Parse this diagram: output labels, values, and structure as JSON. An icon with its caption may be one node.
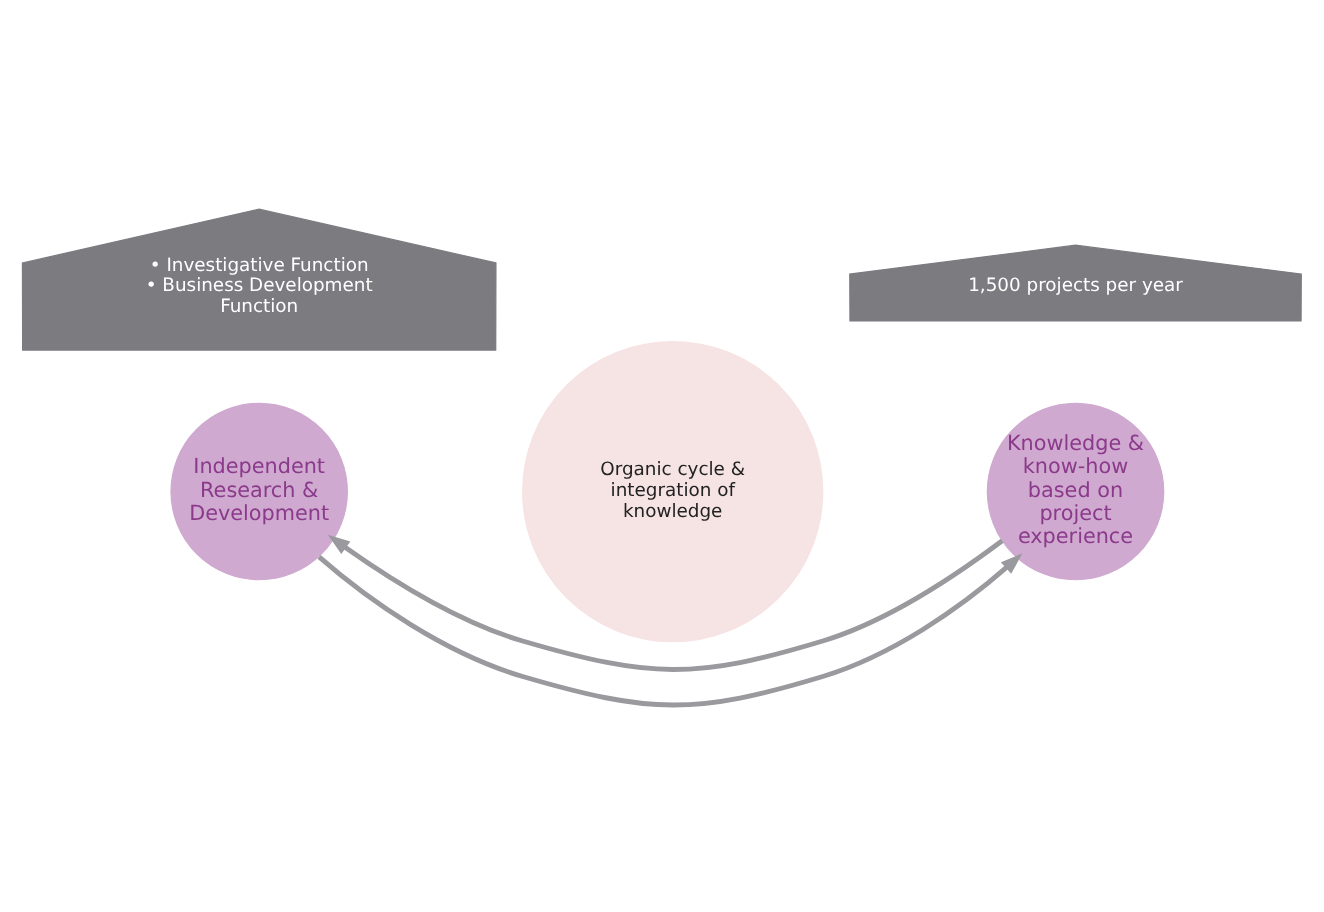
{
  "diagram": {
    "nodes": [
      {
        "text": [
          "Organic cycle & integration of knowledge"
        ]
      },
      {
        "text": [
          "Independent Research & Development"
        ]
      },
      {
        "text": [
          "Knowledge & know-how based on project experience"
        ]
      },
      {
        "text": [
          "• Investigative Function",
          "• Business Development Function"
        ]
      },
      {
        "text": [
          "1,500 projects per year"
        ]
      }
    ],
    "edges": [
      {
        "from": 1,
        "to": 2,
        "arrow": "to"
      },
      {
        "from": 2,
        "to": 1,
        "arrow": "to"
      }
    ]
  }
}
